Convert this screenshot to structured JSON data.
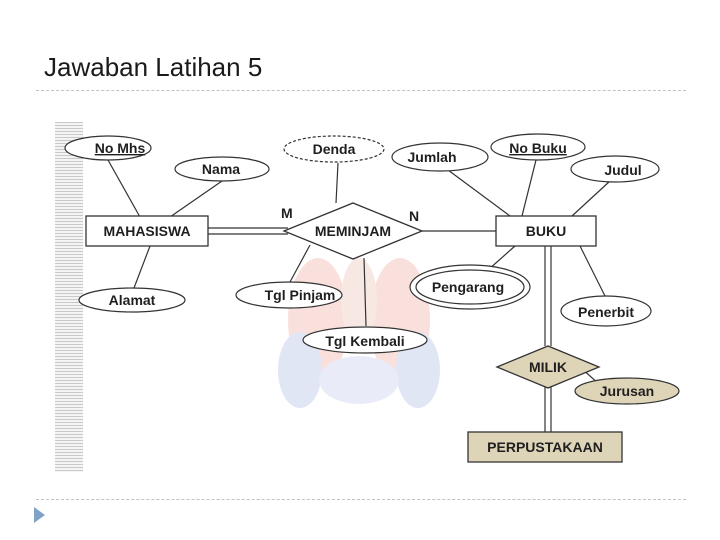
{
  "slide": {
    "title": "Jawaban Latihan 5"
  },
  "diagram": {
    "entities": [
      {
        "id": "mahasiswa",
        "label": "MAHASISWA"
      },
      {
        "id": "buku",
        "label": "BUKU"
      },
      {
        "id": "perpustakaan",
        "label": "PERPUSTAKAAN"
      }
    ],
    "relationships": [
      {
        "id": "meminjam",
        "label": "MEMINJAM"
      },
      {
        "id": "milik",
        "label": "MILIK"
      }
    ],
    "attributes": [
      {
        "id": "no_mhs",
        "label": "No Mhs",
        "key": true
      },
      {
        "id": "nama",
        "label": "Nama"
      },
      {
        "id": "alamat",
        "label": "Alamat"
      },
      {
        "id": "denda",
        "label": "Denda",
        "derived": true
      },
      {
        "id": "tgl_pinjam",
        "label": "Tgl Pinjam"
      },
      {
        "id": "tgl_kembali",
        "label": "Tgl Kembali"
      },
      {
        "id": "jumlah",
        "label": "Jumlah"
      },
      {
        "id": "no_buku",
        "label": "No Buku",
        "key": true
      },
      {
        "id": "judul",
        "label": "Judul"
      },
      {
        "id": "pengarang",
        "label": "Pengarang",
        "multivalued": true
      },
      {
        "id": "penerbit",
        "label": "Penerbit"
      },
      {
        "id": "jurusan",
        "label": "Jurusan"
      }
    ],
    "cardinalities": [
      {
        "id": "m",
        "label": "M"
      },
      {
        "id": "n",
        "label": "N"
      }
    ]
  }
}
